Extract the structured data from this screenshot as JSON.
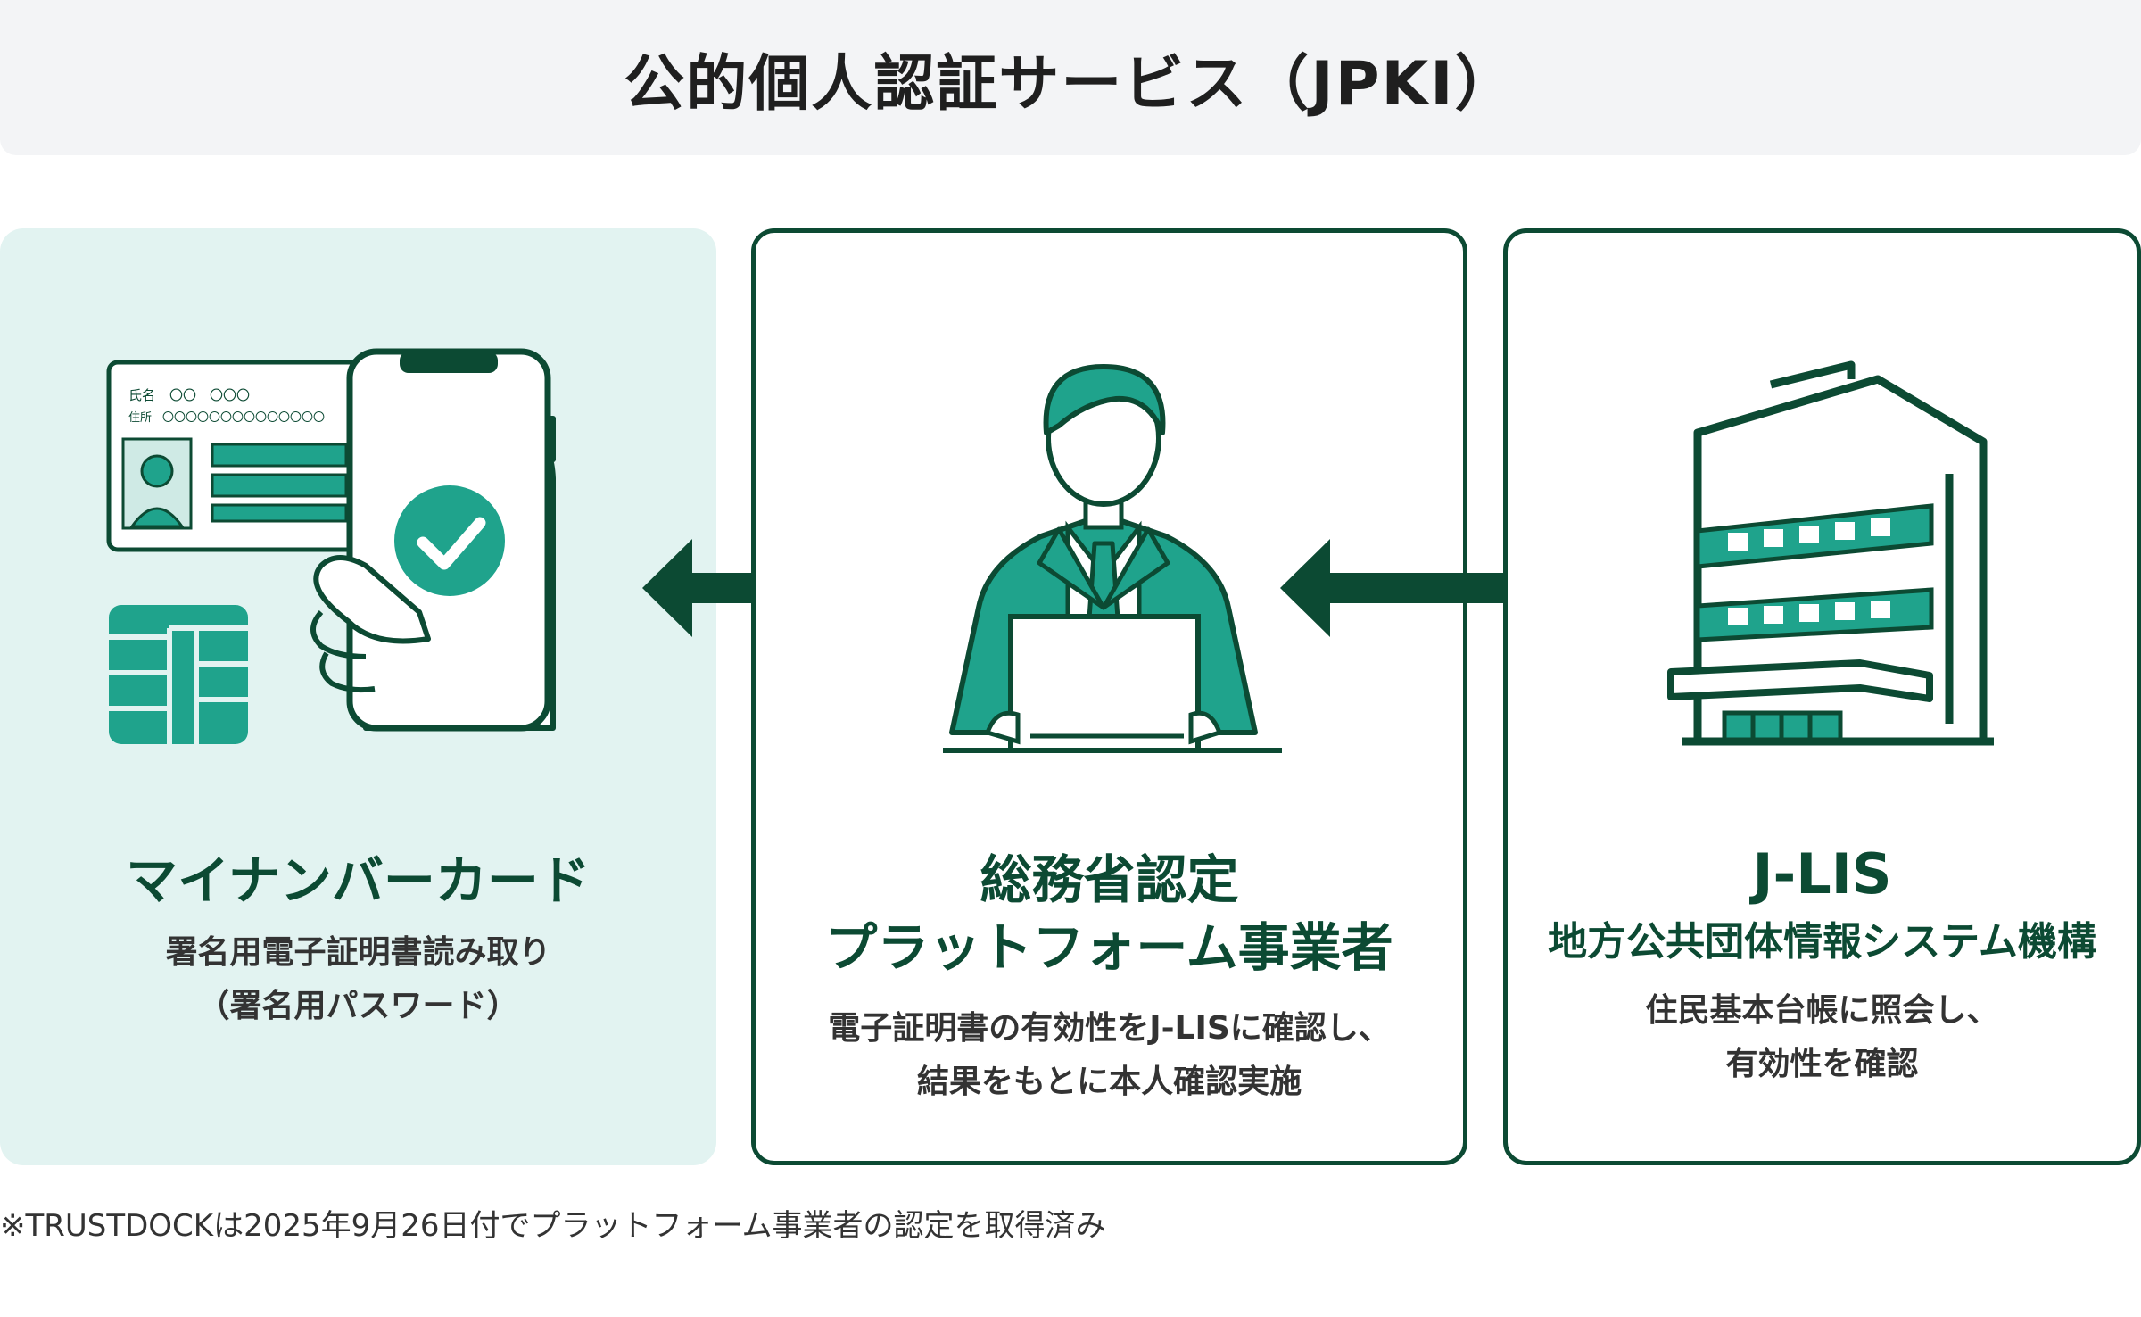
{
  "header": {
    "title": "公的個人認証サービス（JPKI）"
  },
  "card_labels": {
    "name": "氏名",
    "name_value": "〇〇　〇〇〇",
    "address": "住所",
    "address_value": "〇〇〇〇〇〇〇〇〇〇〇〇〇〇"
  },
  "panels": [
    {
      "title_lines": [
        "マイナンバーカード"
      ],
      "desc_lines": [
        "署名用電子証明書読み取り",
        "（署名用パスワード）"
      ]
    },
    {
      "title_lines": [
        "総務省認定",
        "プラットフォーム事業者"
      ],
      "desc_lines": [
        "電子証明書の有効性をJ-LISに確認し、",
        "結果をもとに本人確認実施"
      ]
    },
    {
      "title_lines": [
        "J-LIS",
        "地方公共団体情報システム機構"
      ],
      "desc_lines": [
        "住民基本台帳に照会し、",
        "有効性を確認"
      ]
    }
  ],
  "footnote": "※TRUSTDOCKは2025年9月26日付でプラットフォーム事業者の認定を取得済み",
  "colors": {
    "dark_green": "#0c4a33",
    "teal": "#1fa38c",
    "light_teal": "#e2f3f1",
    "header_bg": "#f3f4f6"
  }
}
